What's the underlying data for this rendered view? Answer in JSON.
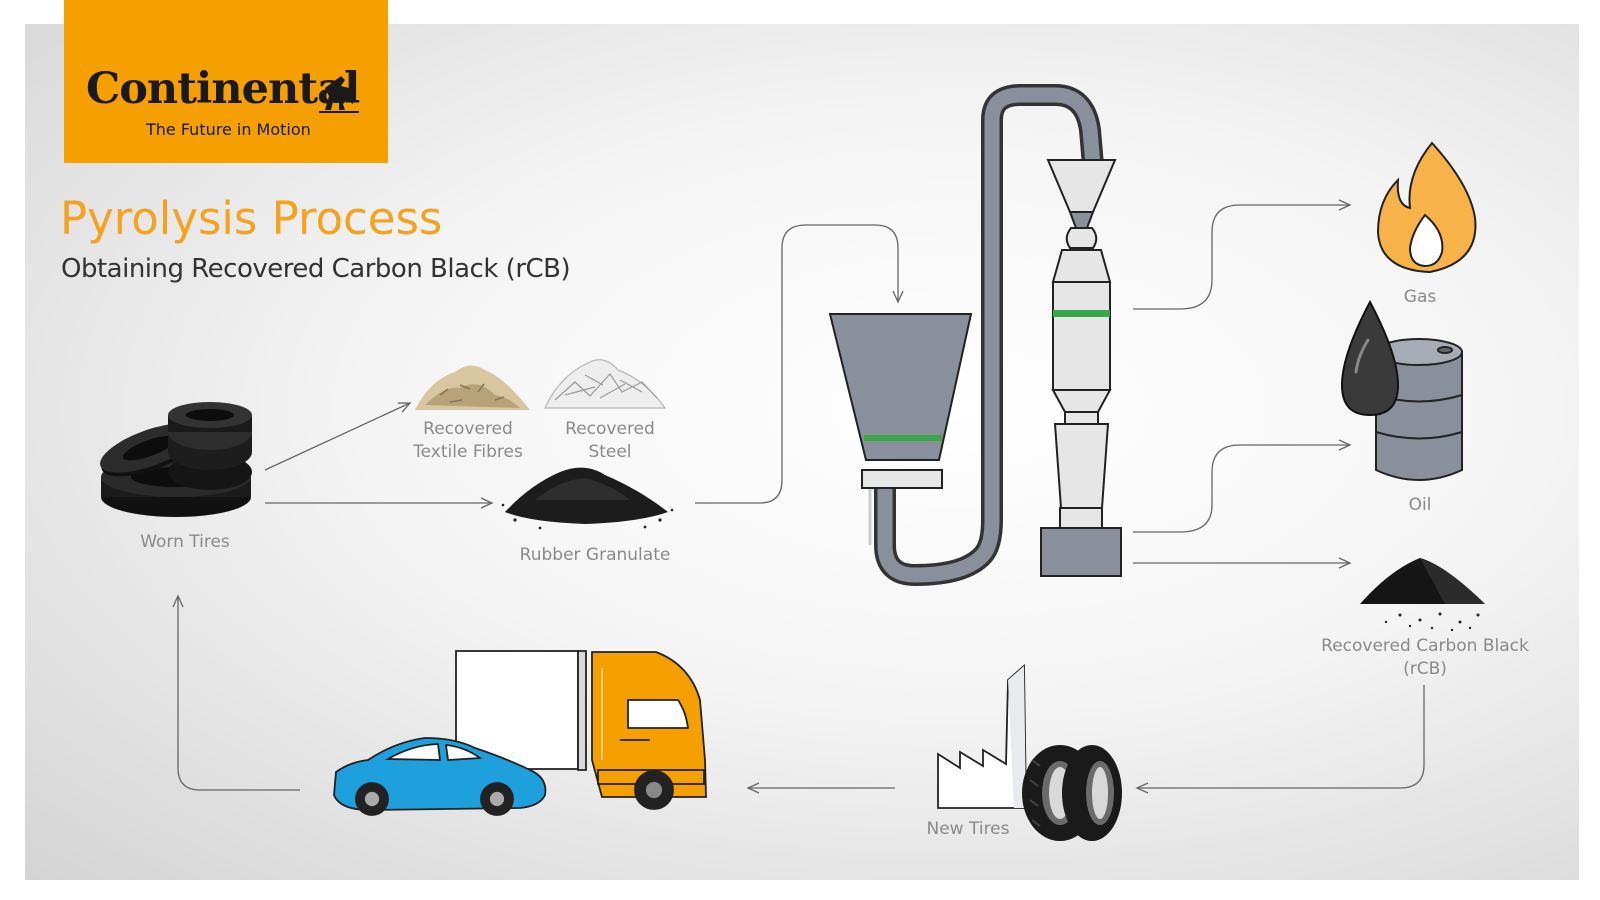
{
  "logo": {
    "brand": "Continental",
    "tagline": "The Future in Motion"
  },
  "header": {
    "title": "Pyrolysis Process",
    "subtitle": "Obtaining Recovered Carbon Black (rCB)"
  },
  "labels": {
    "worn_tires": "Worn Tires",
    "textile": "Recovered\nTextile Fibres",
    "steel": "Recovered\nSteel",
    "granulate": "Rubber Granulate",
    "gas": "Gas",
    "oil": "Oil",
    "rcb": "Recovered Carbon Black\n(rCB)",
    "new_tires": "New Tires"
  },
  "colors": {
    "brand_orange": "#f59f00",
    "title_orange": "#f5a21e",
    "car_blue": "#1ea0dc",
    "reactor_grey": "#8a8f9c",
    "indicator_green": "#3aa64a",
    "flame": "#f7b24a"
  },
  "icons": [
    "horse-logo-icon",
    "tire-stack-icon",
    "fibres-pile-icon",
    "steel-pile-icon",
    "granulate-pile-icon",
    "hopper-icon",
    "reactor-column-icon",
    "flame-icon",
    "oil-barrel-icon",
    "oil-drop-icon",
    "carbon-black-pile-icon",
    "factory-icon",
    "new-tires-icon",
    "truck-icon",
    "car-icon"
  ]
}
